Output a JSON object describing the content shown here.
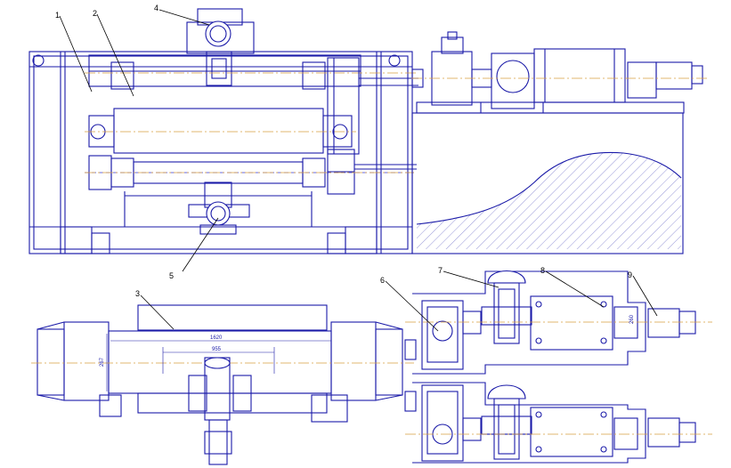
{
  "colors": {
    "line": "#1a1aa8",
    "axis": "#d8a040",
    "leader": "#000000",
    "background": "#ffffff"
  },
  "callouts": [
    {
      "id": "1",
      "label": "1"
    },
    {
      "id": "2",
      "label": "2"
    },
    {
      "id": "3",
      "label": "3"
    },
    {
      "id": "4",
      "label": "4"
    },
    {
      "id": "5",
      "label": "5"
    },
    {
      "id": "6",
      "label": "6"
    },
    {
      "id": "7",
      "label": "7"
    },
    {
      "id": "8",
      "label": "8"
    },
    {
      "id": "9",
      "label": "9"
    }
  ],
  "dimensions": {
    "overall_length": "1620",
    "inner_length": "955",
    "height": "267",
    "motor": "260"
  }
}
